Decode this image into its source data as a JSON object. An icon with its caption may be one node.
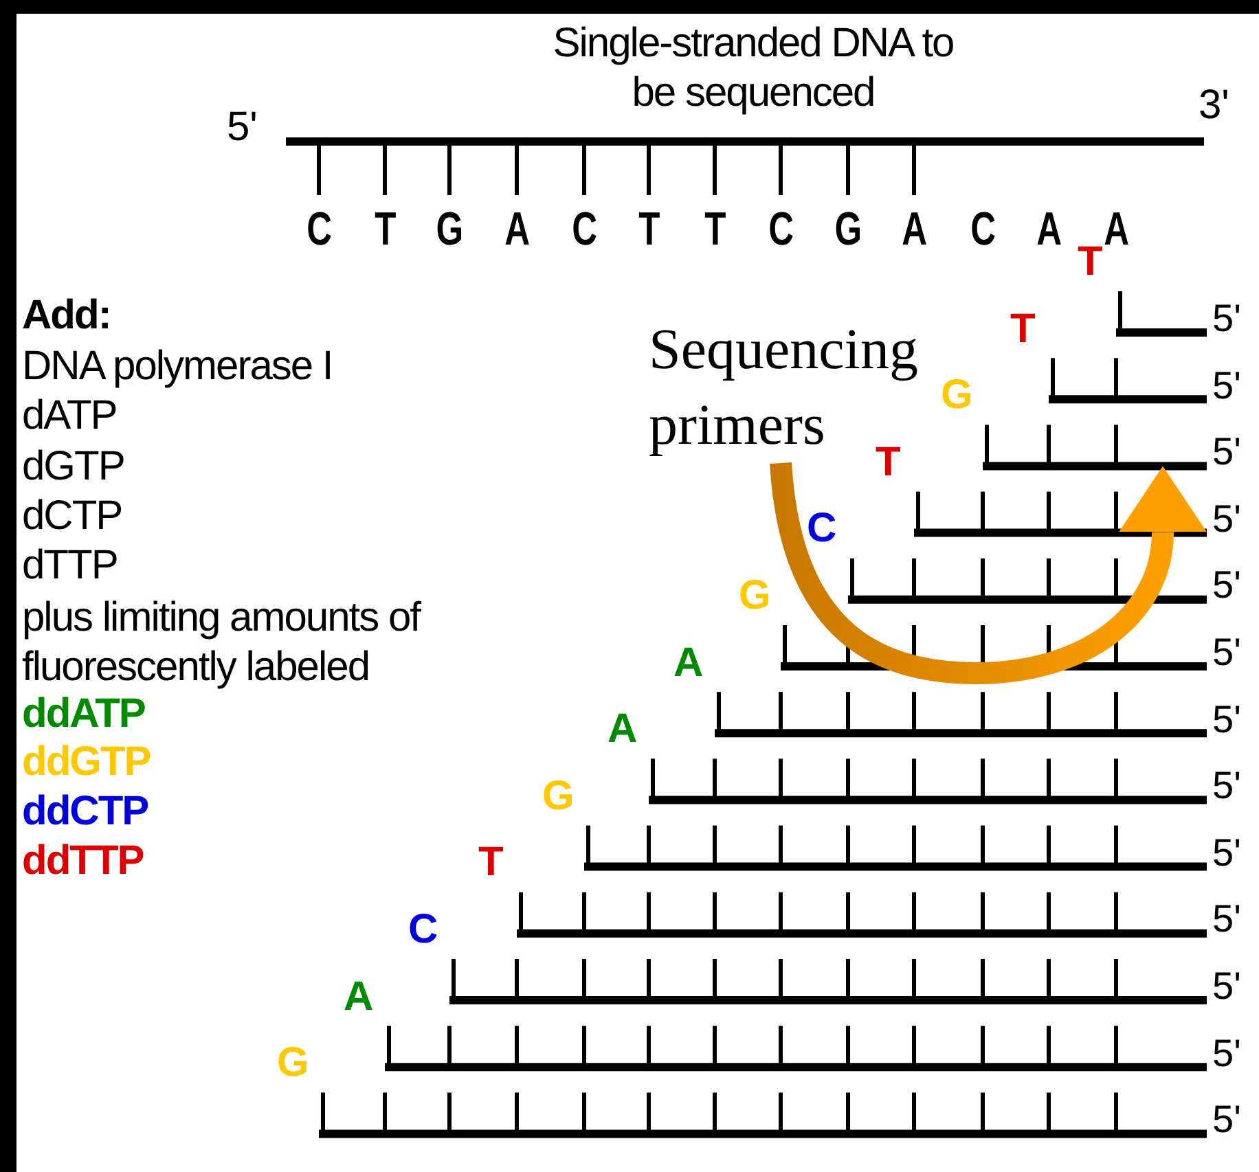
{
  "diagram": {
    "title": "Single-stranded DNA to be sequenced",
    "nodes": [
      {
        "text": [
          "Sequencing primers"
        ]
      },
      {
        "text": [],
        "shape": "bar",
        "beside": [
          "5'"
        ]
      }
    ],
    "edges": [
      {
        "from": 0,
        "to": 1,
        "arrow": "to"
      }
    ],
    "labels": [
      "5'",
      "3'",
      "C",
      "T",
      "G",
      "A",
      "C",
      "T",
      "T",
      "C",
      "G",
      "A",
      "C",
      "A",
      "A",
      "Add:",
      "DNA polymerase I",
      "dATP",
      "dGTP",
      "dCTP",
      "dTTP",
      "plus limiting amounts of fluorescently labeled",
      "ddATP",
      "ddGTP",
      "ddCTP",
      "ddTTP",
      "T",
      "T",
      "G",
      "T",
      "C",
      "G",
      "A",
      "A",
      "G",
      "T",
      "C",
      "A",
      "G",
      "5'",
      "5'",
      "5'",
      "5'",
      "5'",
      "5'",
      "5'",
      "5'",
      "5'",
      "5'",
      "5'",
      "5'"
    ]
  }
}
